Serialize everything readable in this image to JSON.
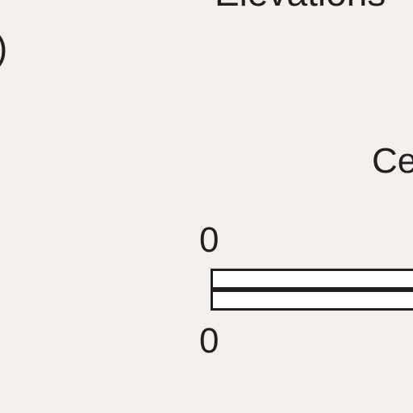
{
  "header": {
    "title": "Elevations",
    "paren": ")"
  },
  "labels": {
    "section": "Ce"
  },
  "scale": {
    "top_tick": "0",
    "bottom_tick": "0"
  }
}
